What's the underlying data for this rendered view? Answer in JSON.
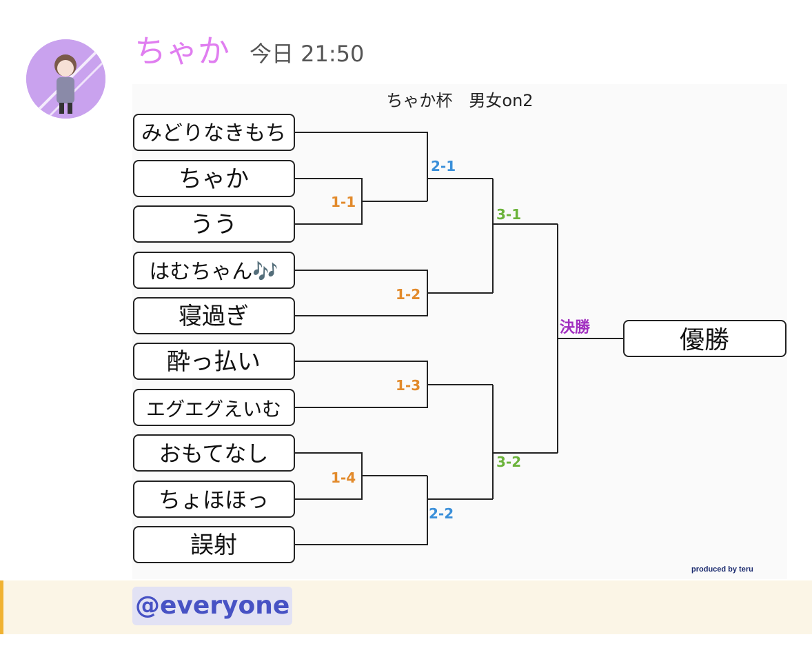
{
  "message": {
    "username": "ちゃか",
    "timestamp": "今日 21:50",
    "mention": "@everyone"
  },
  "colors": {
    "username": "#e07ef0",
    "round1": "#e28a2b",
    "round2": "#3a8fd9",
    "round3": "#6bb33a",
    "final": "#a12fc0",
    "mention_text": "#4752c4",
    "mention_bg": "#e2e2f4",
    "highlight_bar": "#f0b232"
  },
  "bracket": {
    "title": "ちゃか杯　男女on2",
    "players": [
      "みどりなきもち",
      "ちゃか",
      "うう",
      "はむちゃん🎶",
      "寝過ぎ",
      "酔っ払い",
      "エグエグえいむ",
      "おもてなし",
      "ちょほほっ",
      "誤射"
    ],
    "matches": {
      "m1_1": "1-1",
      "m1_2": "1-2",
      "m1_3": "1-3",
      "m1_4": "1-4",
      "m2_1": "2-1",
      "m2_2": "2-2",
      "m3_1": "3-1",
      "m3_2": "3-2",
      "final": "決勝"
    },
    "champion_label": "優勝",
    "credit": "produced by teru"
  }
}
